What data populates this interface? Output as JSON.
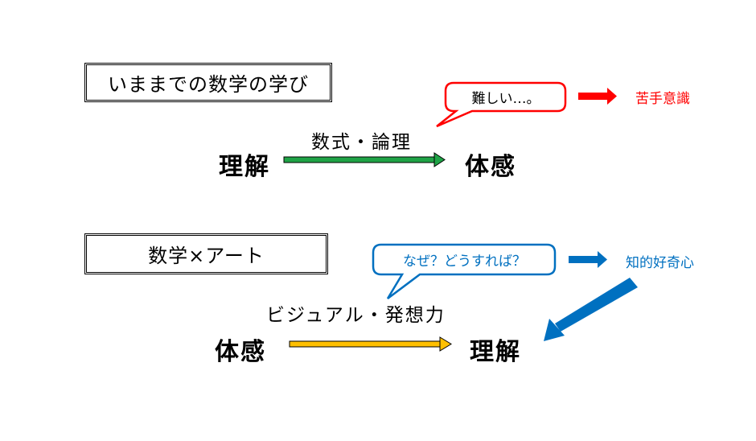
{
  "section1": {
    "title": "いままでの数学の学び",
    "from_label": "理解",
    "to_label": "体感",
    "arrow_label": "数式・論理",
    "bubble_text": "難しい…。",
    "result_text": "苦手意識",
    "colors": {
      "arrow": "#1fa346",
      "accent": "#ff0000"
    }
  },
  "section2": {
    "title": "数学×アート",
    "from_label": "体感",
    "to_label": "理解",
    "arrow_label": "ビジュアル・発想力",
    "bubble_text": "なぜ？どうすれば？",
    "result_text": "知的好奇心",
    "colors": {
      "arrow": "#ffc000",
      "accent": "#0070c0"
    }
  }
}
